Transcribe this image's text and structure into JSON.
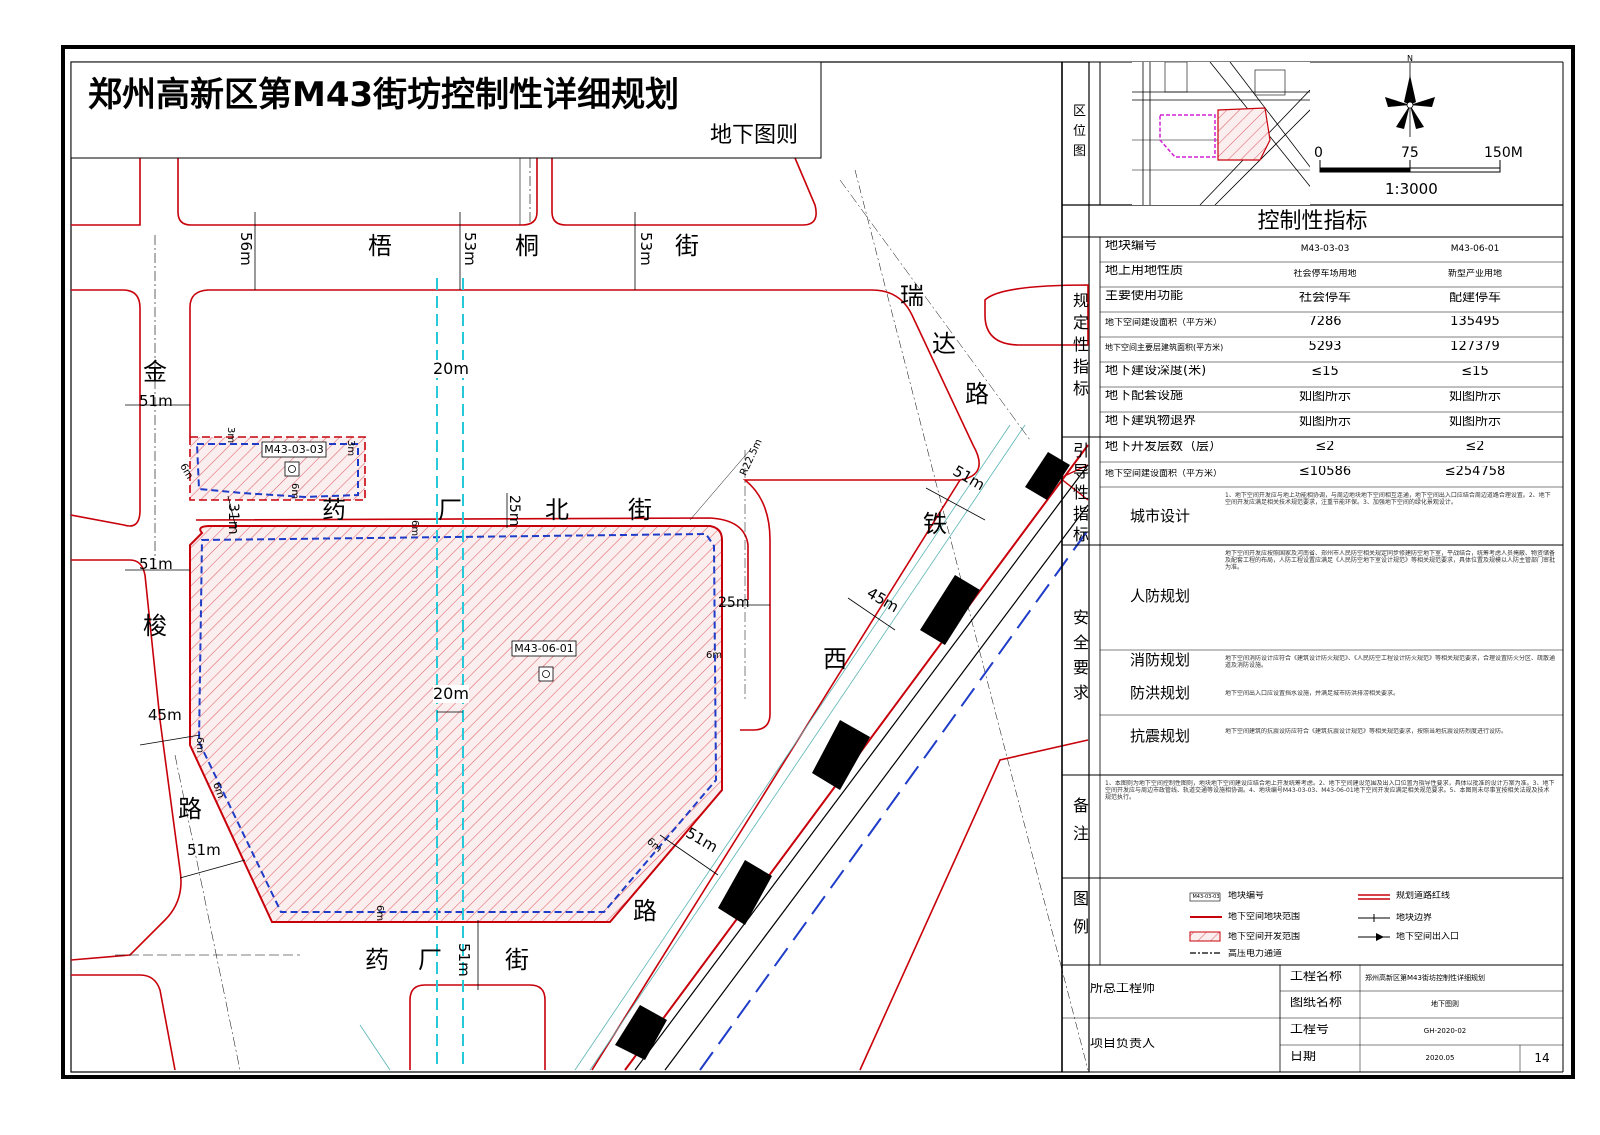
{
  "title": "郑州高新区第M43街坊控制性详细规划",
  "subtitle": "地下图则",
  "map": {
    "roads": {
      "wutong_chars": [
        "梧",
        "桐",
        "街"
      ],
      "jinsuo_chars": [
        "金",
        "梭",
        "路"
      ],
      "ruida_chars": [
        "瑞",
        "达",
        "路"
      ],
      "yaochangbei_chars": [
        "药",
        "厂",
        "北",
        "街"
      ],
      "tiexi_chars": [
        "铁",
        "西",
        "路"
      ],
      "yaochang_chars": [
        "药",
        "厂",
        "街"
      ]
    },
    "dimensions": {
      "d56": "56m",
      "d53a": "53m",
      "d53b": "53m",
      "d51a": "51m",
      "d51b": "51m",
      "d51c": "51m",
      "d51d": "51m",
      "d51e": "51m",
      "d45a": "45m",
      "d45b": "45m",
      "d31": "31m",
      "d25a": "25m",
      "d25b": "25m",
      "d20a": "20m",
      "d20b": "20m",
      "d3a": "3m",
      "d3b": "3m",
      "d6a": "6m",
      "d6b": "6m",
      "d6c": "6m",
      "d6d": "6m",
      "d6e": "6m",
      "d6f": "6m",
      "d6g": "6m",
      "d6h": "6m",
      "d6i": "6m",
      "radius": "R22.5m"
    },
    "parcel_small": "M43-03-03",
    "parcel_large": "M43-06-01"
  },
  "location": {
    "label_chars": [
      "区",
      "位",
      "图"
    ],
    "scale_ticks": [
      "0",
      "75",
      "150M"
    ],
    "scale_ratio": "1:3000"
  },
  "indicators": {
    "heading": "控制性指标",
    "section_regulatory_chars": [
      "规",
      "定",
      "性",
      "指",
      "标"
    ],
    "section_guiding_chars": [
      "引",
      "导",
      "性",
      "指",
      "标"
    ],
    "section_safety_chars": [
      "安",
      "全",
      "要",
      "求"
    ],
    "section_remarks_chars": [
      "备",
      "注"
    ],
    "section_legend_chars": [
      "图",
      "例"
    ],
    "rows": [
      {
        "label": "地块编号",
        "a": "M43-03-03",
        "b": "M43-06-01"
      },
      {
        "label": "地上用地性质",
        "a": "社会停车场用地",
        "b": "新型产业用地"
      },
      {
        "label": "主要使用功能",
        "a": "社会停车",
        "b": "配建停车"
      },
      {
        "label": "地下空间建设面积（平方米）",
        "a": "7286",
        "b": "135495"
      },
      {
        "label": "地下空间主要层建筑面积(平方米)",
        "a": "5293",
        "b": "127379"
      },
      {
        "label": "地下建设深度(米)",
        "a": "≤15",
        "b": "≤15"
      },
      {
        "label": "地下配套设施",
        "a": "如图所示",
        "b": "如图所示"
      },
      {
        "label": "地下建筑物退界",
        "a": "如图所示",
        "b": "如图所示"
      }
    ],
    "guide_rows": [
      {
        "label": "地下开发层数（层）",
        "a": "≤2",
        "b": "≤2"
      },
      {
        "label": "地下空间建设面积（平方米）",
        "a": "≤10586",
        "b": "≤254758"
      }
    ],
    "urban_design_label": "城市设计",
    "urban_design_text": "1、地下空间开发应与地上功能相协调，与周边地块地下空间相互连通，地下空间出入口应结合周边道路合理设置。2、地下空间开发应满足相关技术规范要求，注重节能环保。3、加强地下空间的绿化景观设计。",
    "civil_defense_label": "人防规划",
    "civil_defense_text": "地下空间开发应按照国家及河南省、郑州市人民防空相关规定同步修建防空地下室，平战结合，统筹考虑人员掩蔽、物资储备及配套工程的布局，人防工程设置应满足《人民防空地下室设计规范》等相关规范要求，具体位置及规模以人防主管部门审批为准。",
    "fire_label": "消防规划",
    "fire_text": "地下空间消防设计应符合《建筑设计防火规范》、《人民防空工程设计防火规范》等相关规范要求，合理设置防火分区、疏散通道及消防设施。",
    "flood_label": "防洪规划",
    "flood_text": "地下空间出入口应设置挡水设施，并满足城市防洪排涝相关要求。",
    "seismic_label": "抗震规划",
    "seismic_text": "地下空间建筑的抗震设防应符合《建筑抗震设计规范》等相关规范要求，按照当地抗震设防烈度进行设防。",
    "remarks_text": "1、本图则为地下空间控制性图则，地块地下空间建设应结合地上开发统筹考虑。2、地下空间建设范围及出入口位置为指导性要求，具体以批准的设计方案为准。3、地下空间开发应与周边市政管线、轨道交通等设施相协调。4、地块编号M43-03-03、M43-06-01地下空间开发应满足相关规范要求。5、本图则未尽事宜按相关法规及技术规范执行。",
    "legend": [
      {
        "key": "parcel_code",
        "label": "地块编号"
      },
      {
        "key": "underground_range",
        "label": "地下空间地块范围"
      },
      {
        "key": "dev_range",
        "label": "地下空间开发范围"
      },
      {
        "key": "power",
        "label": "高压电力通道"
      },
      {
        "key": "red_line",
        "label": "规划道路红线"
      },
      {
        "key": "parcel_boundary",
        "label": "地块边界"
      },
      {
        "key": "entrance",
        "label": "地下空间出入口"
      }
    ]
  },
  "signoff": {
    "chief_engineer": "所总工程师",
    "project_lead": "项目负责人",
    "project_name_label": "工程名称",
    "project_name": "郑州高新区第M43街坊控制性详细规划",
    "drawing_name_label": "图纸名称",
    "drawing_name": "地下图则",
    "project_no_label": "工程号",
    "project_no": "GH-2020-02",
    "date_label": "日期",
    "date": "2020.05",
    "page": "14"
  },
  "colors": {
    "road_red": "#c8000a",
    "hatch_red": "#e0606a",
    "dev_blue": "#1e3cc8",
    "cyan": "#27c8d8",
    "teal": "#5ab4b4"
  }
}
